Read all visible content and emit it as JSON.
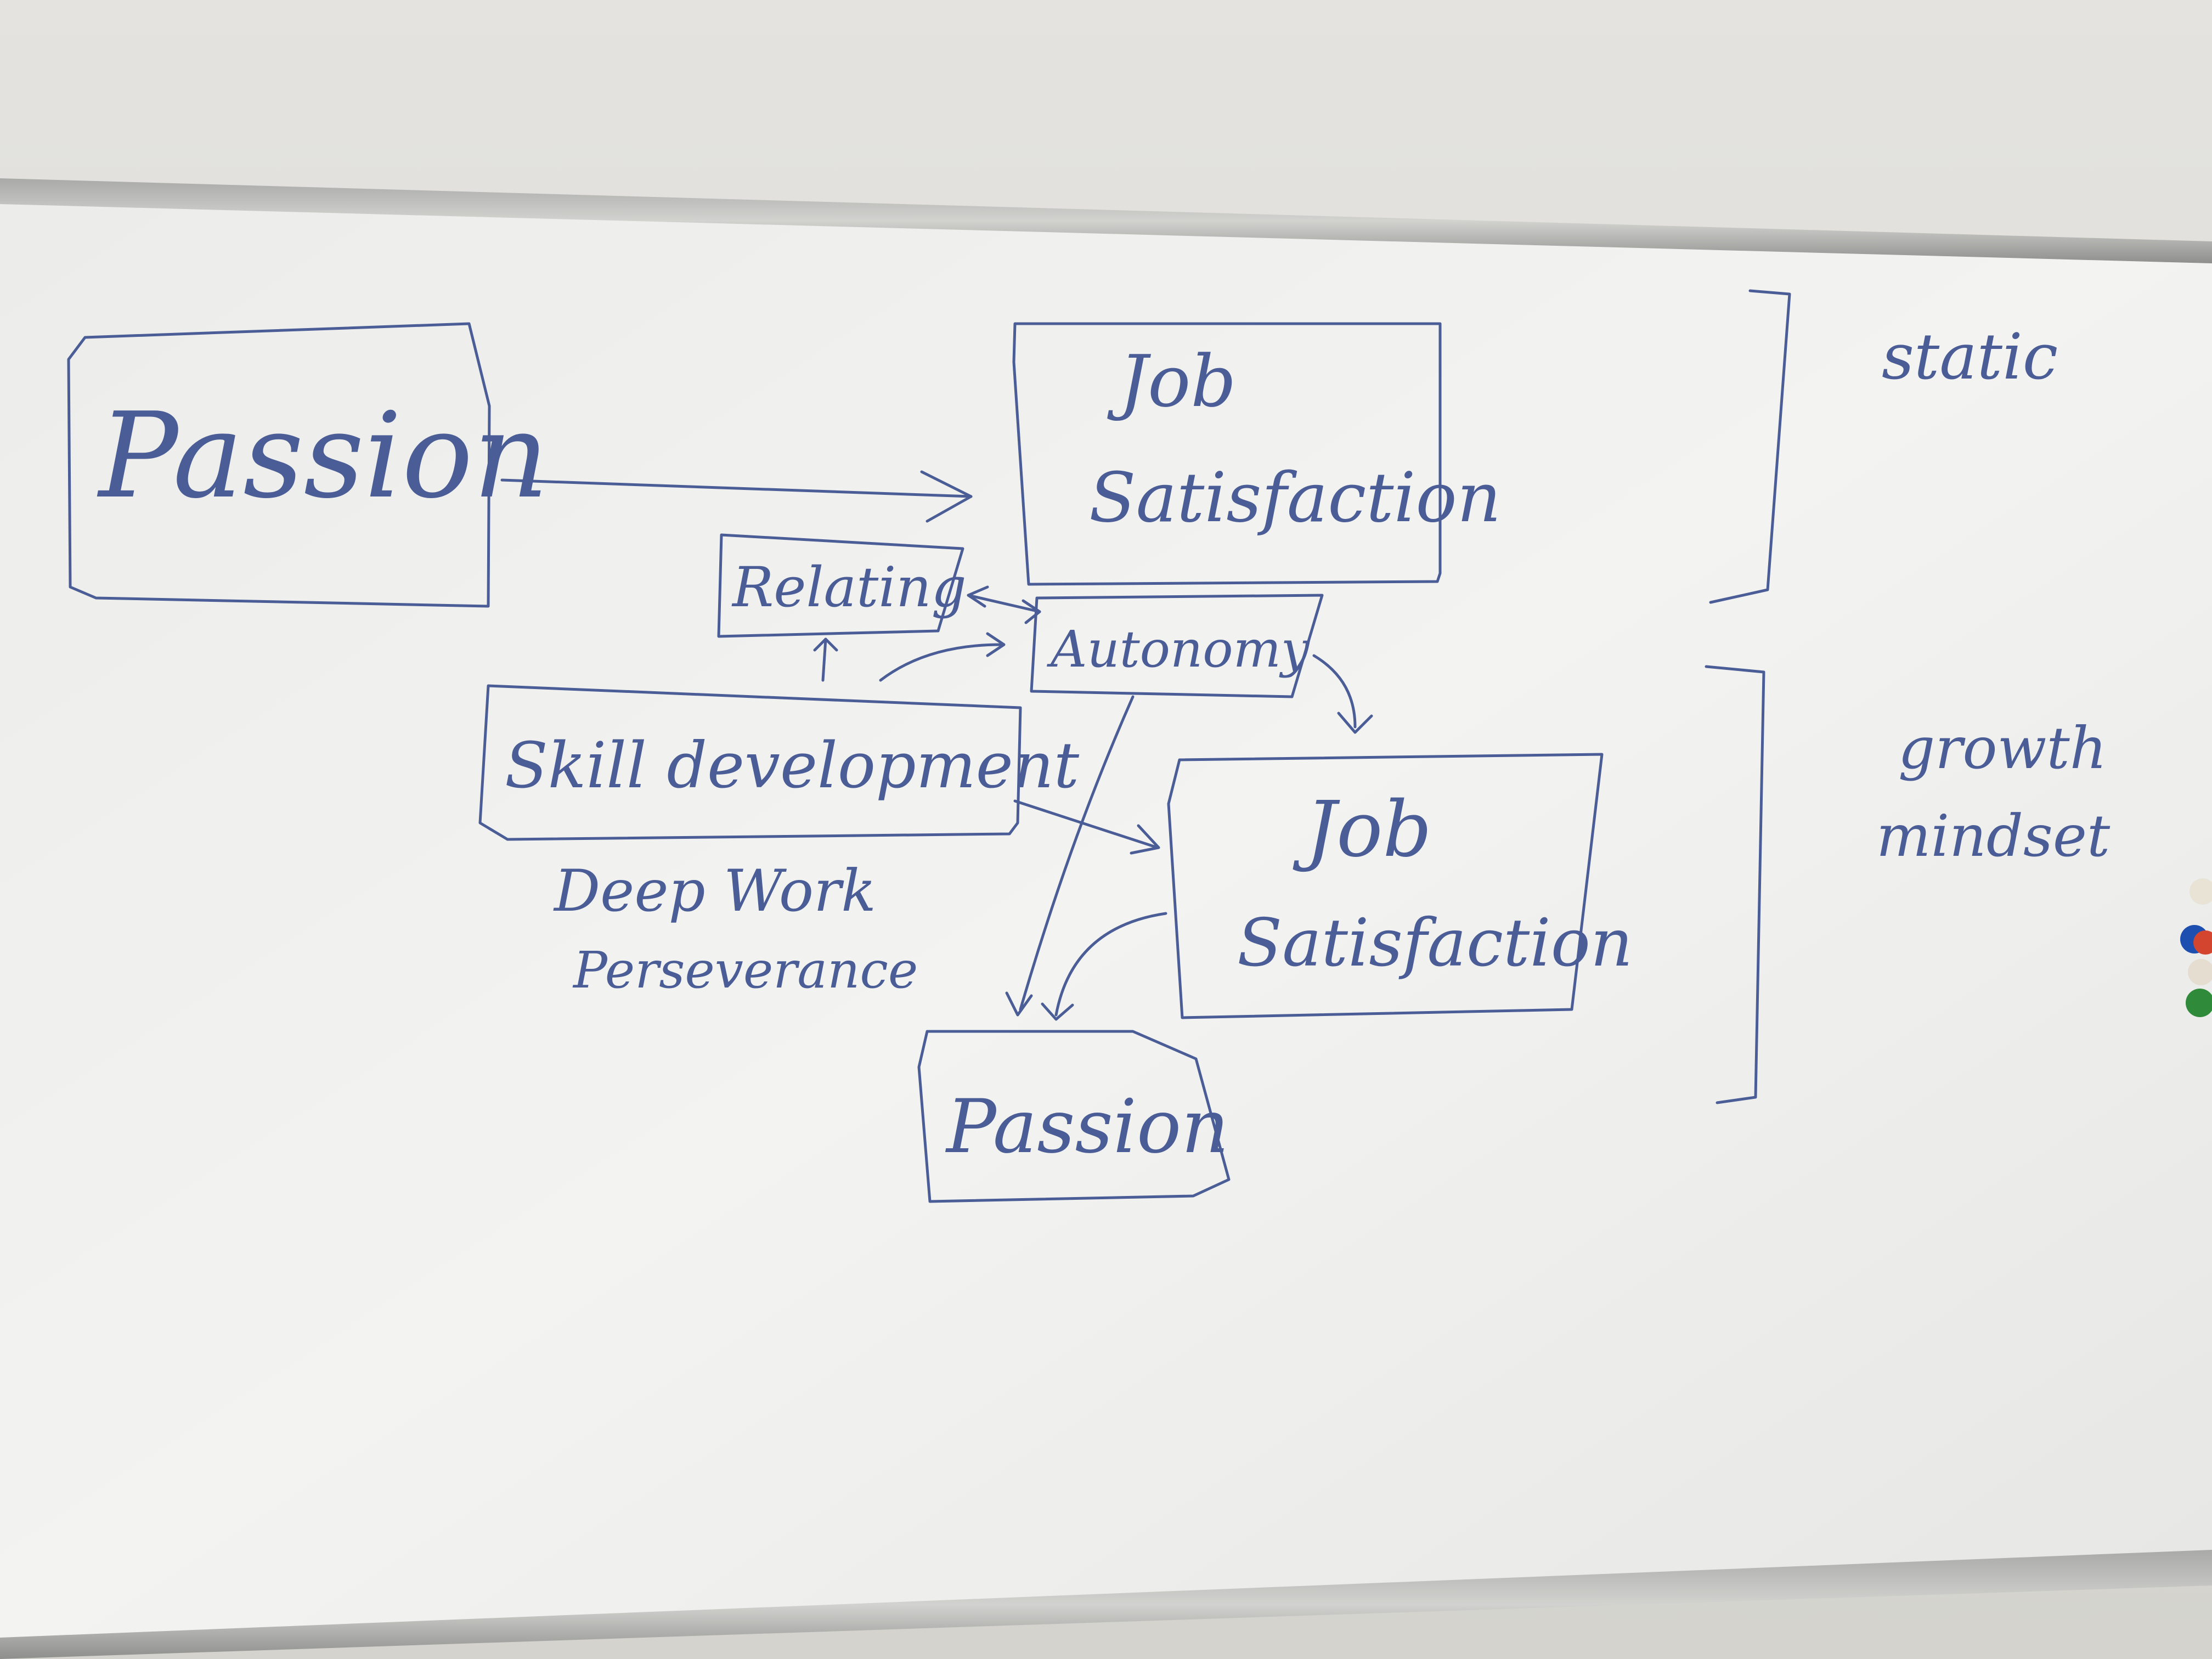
{
  "ink_color": "#4b5d96",
  "static_section": {
    "passion_box": "Passion",
    "job_satisfaction_line1": "Job",
    "job_satisfaction_line2": "Satisfaction",
    "bracket_label": "static"
  },
  "growth_section": {
    "relating_box": "Relating",
    "autonomy_box": "Autonomy",
    "skill_box": "Skill development",
    "note_line1": "Deep Work",
    "note_line2": "Perseverance",
    "job_satisfaction_line1": "Job",
    "job_satisfaction_line2": "Satisfaction",
    "passion_box": "Passion",
    "bracket_label_line1": "growth",
    "bracket_label_line2": "mindset"
  },
  "magnet_colors": [
    "#e9e3d6",
    "#1d4fb0",
    "#d44530",
    "#e4ddd0",
    "#2f8a3a"
  ]
}
